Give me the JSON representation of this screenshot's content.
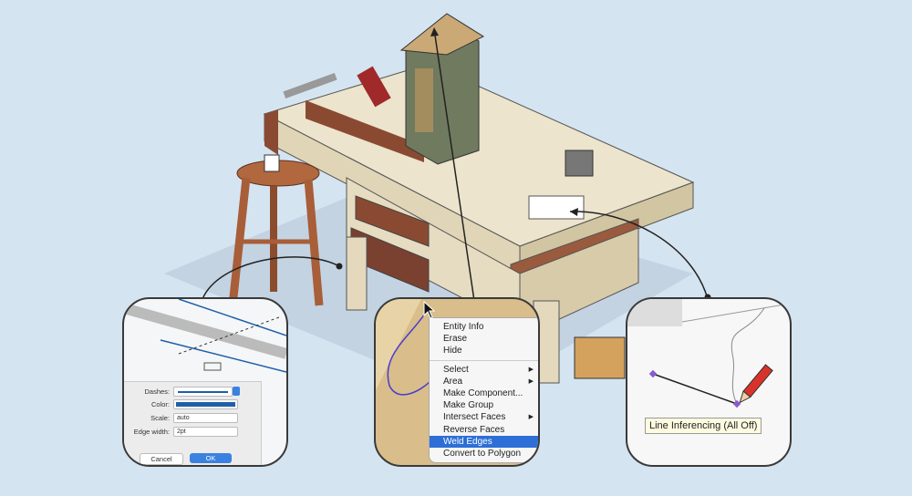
{
  "scene": {
    "description_icon": "workbench-model"
  },
  "line_style_panel": {
    "dashes_label": "Dashes:",
    "color_label": "Color:",
    "scale_label": "Scale:",
    "scale_value": "auto",
    "edge_width_label": "Edge width:",
    "edge_width_value": "2pt",
    "cancel_label": "Cancel",
    "ok_label": "OK",
    "accent": "#1f5fa8"
  },
  "context_menu": {
    "items": [
      {
        "label": "Entity Info"
      },
      {
        "label": "Erase"
      },
      {
        "label": "Hide"
      },
      {
        "label": "Select",
        "submenu": true
      },
      {
        "label": "Area",
        "submenu": true
      },
      {
        "label": "Make Component..."
      },
      {
        "label": "Make Group"
      },
      {
        "label": "Intersect Faces",
        "submenu": true
      },
      {
        "label": "Reverse Faces"
      },
      {
        "label": "Weld Edges",
        "selected": true
      },
      {
        "label": "Convert to Polygon"
      }
    ],
    "selected_color": "#2d6fd6"
  },
  "inference": {
    "tooltip": "Line Inferencing (All Off)"
  }
}
